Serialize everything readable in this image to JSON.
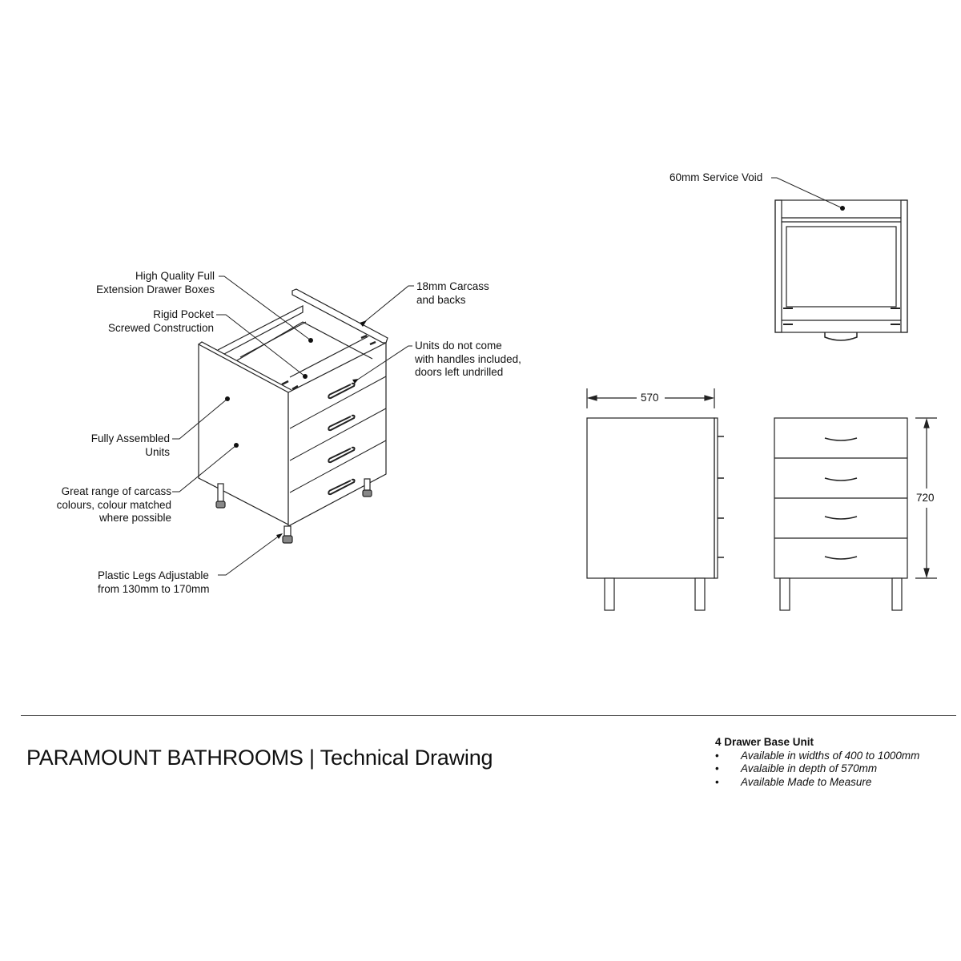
{
  "labels": {
    "drawer_boxes": [
      "High Quality Full",
      "Extension Drawer Boxes"
    ],
    "rigid_pocket": [
      "Rigid Pocket",
      "Screwed Construction"
    ],
    "carcass": [
      "18mm Carcass",
      "and backs"
    ],
    "handles": [
      "Units do not come",
      "with handles included,",
      "doors left undrilled"
    ],
    "assembled": [
      "Fully Assembled",
      "Units"
    ],
    "colours": [
      "Great range of carcass",
      "colours, colour matched",
      "where possible"
    ],
    "legs": [
      "Plastic Legs Adjustable",
      "from 130mm to 170mm"
    ],
    "service_void": "60mm Service Void"
  },
  "dimensions": {
    "depth": "570",
    "height": "720"
  },
  "footer": {
    "title": "PARAMOUNT BATHROOMS | Technical Drawing",
    "spec_heading": "4 Drawer Base Unit",
    "bullet": "•",
    "spec_items": [
      "Available in widths of 400 to 1000mm",
      "Avalaible in depth of 570mm",
      "Available Made to Measure"
    ]
  }
}
